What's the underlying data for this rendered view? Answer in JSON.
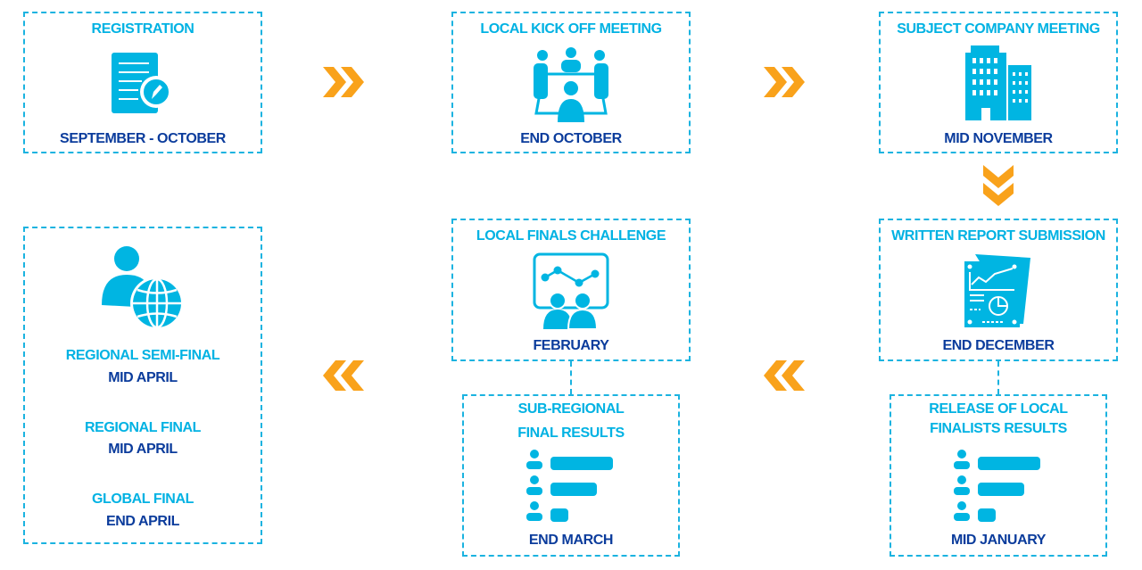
{
  "colors": {
    "title": "#00b2e3",
    "date": "#0b3c9c",
    "arrow": "#f9a21b",
    "border": "#1bb3e0"
  },
  "steps": [
    {
      "title": "REGISTRATION",
      "date": "SEPTEMBER - OCTOBER",
      "icon": "document-pen-icon"
    },
    {
      "title": "LOCAL KICK OFF MEETING",
      "date": "END OCTOBER",
      "icon": "meeting-icon"
    },
    {
      "title": "SUBJECT COMPANY MEETING",
      "date": "MID NOVEMBER",
      "icon": "buildings-icon"
    },
    {
      "title": "WRITTEN REPORT SUBMISSION",
      "date": "END DECEMBER",
      "icon": "report-icon"
    },
    {
      "title": "RELEASE OF LOCAL",
      "title2": "FINALISTS RESULTS",
      "date": "MID JANUARY",
      "icon": "ranking-icon"
    },
    {
      "title": "LOCAL FINALS CHALLENGE",
      "date": "FEBRUARY",
      "icon": "presentation-icon"
    },
    {
      "title": "SUB-REGIONAL",
      "title2": "FINAL RESULTS",
      "date": "END MARCH",
      "icon": "ranking-icon"
    }
  ],
  "finals": [
    {
      "title": "REGIONAL SEMI-FINAL",
      "date": "MID APRIL"
    },
    {
      "title": "REGIONAL FINAL",
      "date": "MID APRIL"
    },
    {
      "title": "GLOBAL FINAL",
      "date": "END APRIL"
    }
  ]
}
